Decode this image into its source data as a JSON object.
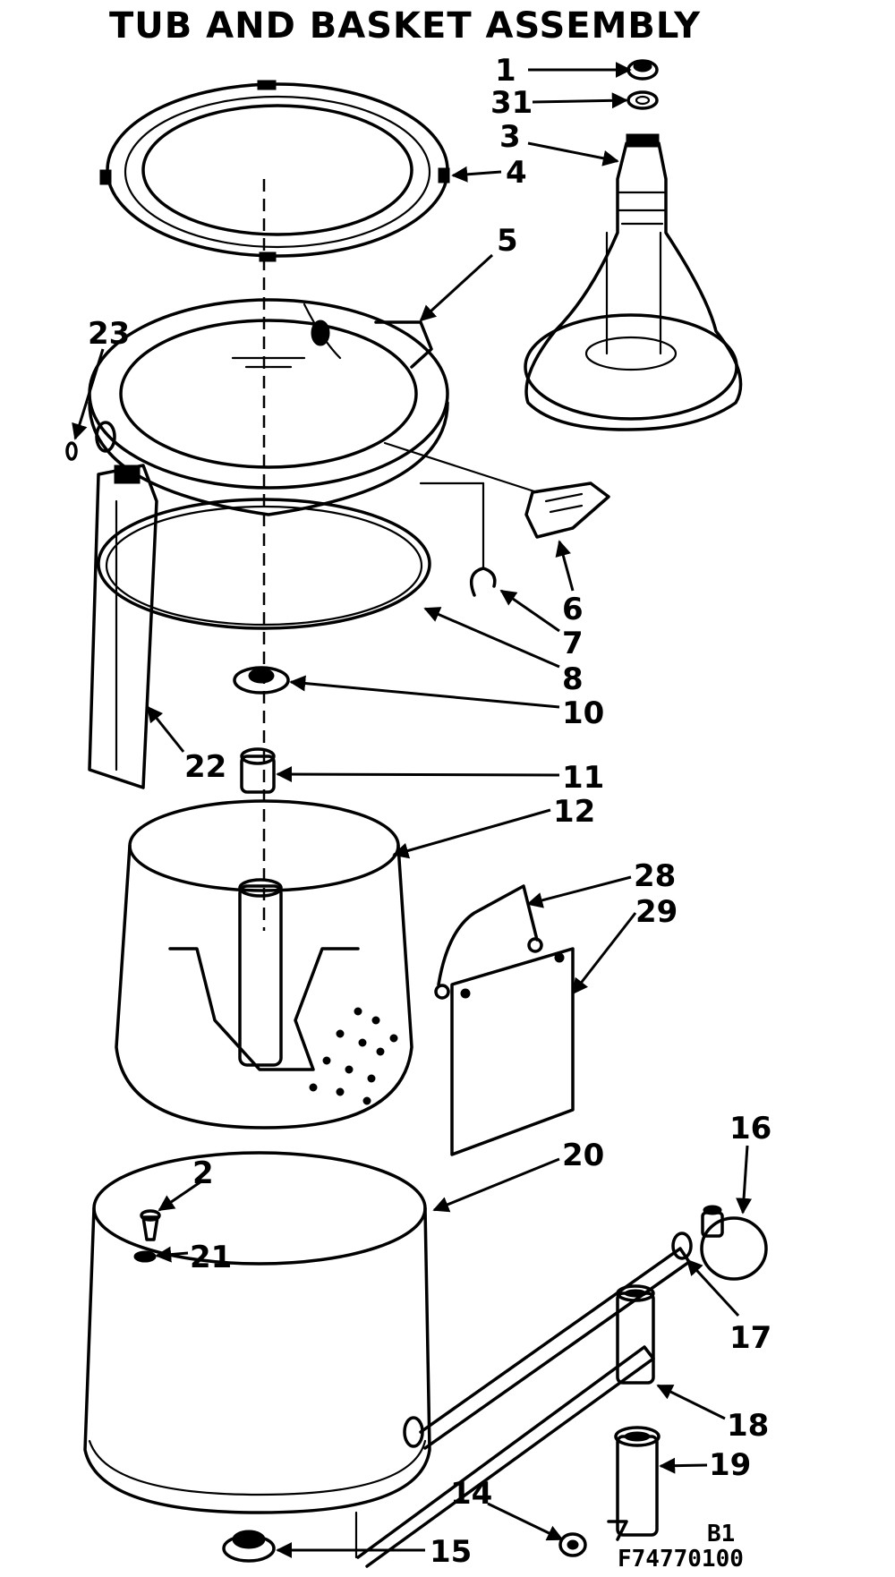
{
  "title": "TUB AND BASKET ASSEMBLY",
  "callouts": [
    "1",
    "31",
    "3",
    "4",
    "5",
    "23",
    "6",
    "7",
    "8",
    "10",
    "22",
    "11",
    "12",
    "28",
    "29",
    "16",
    "20",
    "2",
    "21",
    "17",
    "18",
    "19",
    "14",
    "15"
  ],
  "footer": {
    "section": "B1",
    "code": "F74770100"
  }
}
